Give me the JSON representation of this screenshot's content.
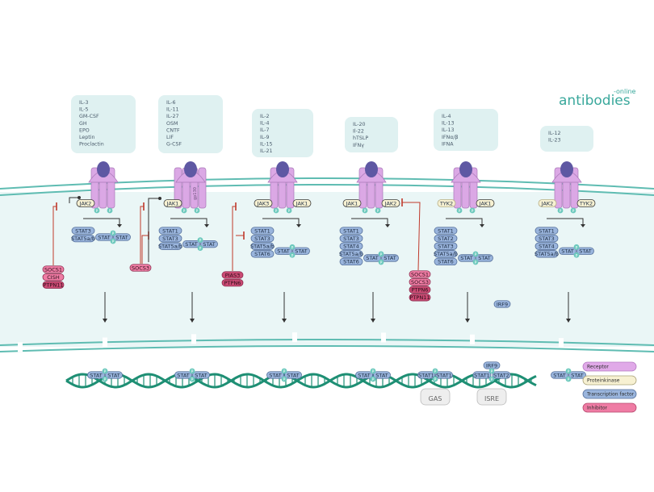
{
  "brand": {
    "superscript": "-online",
    "name": "antibodies"
  },
  "pathways": [
    {
      "ligands": [
        "IL-3",
        "IL-5",
        "GM-CSF",
        "GH",
        "EPO",
        "Leptin",
        "Proclactin"
      ],
      "kinases": [
        {
          "label": "JAK2",
          "type": "kinase"
        }
      ],
      "stats": [
        "STAT3",
        "STAT5a/b"
      ],
      "dimer": [
        "STAT",
        "STAT"
      ],
      "inhibitors": [
        {
          "label": "SOCS1",
          "type": "inhibitor"
        },
        {
          "label": "CISH",
          "type": "inhibitor"
        },
        {
          "label": "PTPN11",
          "type": "inhibitor-dark"
        }
      ],
      "nuclear_dimer": [
        "STAT",
        "STAT"
      ]
    },
    {
      "ligands": [
        "IL-6",
        "IL-11",
        "IL-27",
        "OSM",
        "CNTF",
        "LIF",
        "G-CSF"
      ],
      "receptor_label": "gp130",
      "kinases": [
        {
          "label": "JAK1",
          "type": "kinase"
        }
      ],
      "stats": [
        "STAT1",
        "STAT3",
        "STAT5a/b"
      ],
      "dimer": [
        "STAT",
        "STAT"
      ],
      "inhibitors": [
        {
          "label": "SOCS3",
          "type": "inhibitor"
        }
      ],
      "nuclear_dimer": [
        "STAT",
        "STAT"
      ]
    },
    {
      "ligands": [
        "IL-2",
        "IL-4",
        "IL-7",
        "IL-9",
        "IL-15",
        "IL-21"
      ],
      "kinases": [
        {
          "label": "JAK3",
          "type": "kinase"
        },
        {
          "label": "JAK1",
          "type": "kinase"
        }
      ],
      "stats": [
        "STAT1",
        "STAT3",
        "STAT5a/b",
        "STAT6"
      ],
      "dimer": [
        "STAT",
        "STAT"
      ],
      "inhibitors": [
        {
          "label": "PIAS3",
          "type": "inhibitor-dark"
        },
        {
          "label": "PTPN6",
          "type": "inhibitor-dark"
        }
      ],
      "nuclear_dimer": [
        "STAT",
        "STAT"
      ]
    },
    {
      "ligands": [
        "IL-20",
        "Il-22",
        "hTSLP",
        "IFNγ"
      ],
      "kinases": [
        {
          "label": "JAK1",
          "type": "kinase"
        },
        {
          "label": "JAK2",
          "type": "kinase"
        }
      ],
      "stats": [
        "STAT1",
        "STAT3",
        "STAT4",
        "STAT5a/b",
        "STAT6"
      ],
      "dimer": [
        "STAT",
        "STAT"
      ],
      "inhibitors": [
        {
          "label": "SOCS1",
          "type": "inhibitor"
        },
        {
          "label": "SOCS3",
          "type": "inhibitor"
        },
        {
          "label": "PTPN6",
          "type": "inhibitor-dark"
        },
        {
          "label": "PTPN11",
          "type": "inhibitor-dark"
        }
      ],
      "nuclear_dimer": [
        "STAT",
        "STAT"
      ]
    },
    {
      "ligands": [
        "IL-4",
        "IL-13",
        "IL-13",
        "IFNα/β",
        "IFNA"
      ],
      "kinases": [
        {
          "label": "TYK2",
          "type": "kinase-light"
        },
        {
          "label": "JAK1",
          "type": "kinase"
        }
      ],
      "stats": [
        "STAT1",
        "STAT2",
        "STAT3",
        "STAT5a/b",
        "STAT6"
      ],
      "dimer": [
        "STAT",
        "STAT"
      ],
      "extra_factor": "IRF9",
      "inhibitors": [],
      "nuclear_dimer": [
        "STAT1",
        "STAT1"
      ],
      "nuclear_trimer": {
        "top": "IRF9",
        "left": "STAT1",
        "right": "STAT2"
      },
      "elements": [
        "GAS",
        "ISRE"
      ]
    },
    {
      "ligands": [
        "IL-12",
        "IL-23"
      ],
      "kinases": [
        {
          "label": "JAK2",
          "type": "kinase-light"
        },
        {
          "label": "TYK2",
          "type": "kinase"
        }
      ],
      "stats": [
        "STAT1",
        "STAT3",
        "STAT4",
        "STAT5a/b"
      ],
      "dimer": [
        "STAT",
        "STAT"
      ],
      "inhibitors": [],
      "nuclear_dimer": [
        "STAT",
        "STAT"
      ]
    }
  ],
  "phospho_label": "P",
  "legend": [
    {
      "label": "Receptor",
      "fill": "#e0a9e8",
      "stroke": "#b77cc4"
    },
    {
      "label": "Proteinkinase",
      "fill": "#f7f1d2",
      "stroke": "#a9a27a"
    },
    {
      "label": "Transcription factor",
      "fill": "#9ab5dd",
      "stroke": "#55709b"
    },
    {
      "label": "Inhibitor",
      "fill": "#ef7ca4",
      "stroke": "#b5476c"
    }
  ],
  "colors": {
    "membrane": "#5fbcb2",
    "cytoplasm": "#eaf6f6",
    "ligand_box": "#dff1f1",
    "receptor": "#dba8e5",
    "receptor_edge": "#a978b8",
    "receptor_head": "#5e58a3",
    "phospho": "#6dc9bd",
    "kinase": "#f7f1d2",
    "stat": "#9ab5dd",
    "stat_edge": "#55709b",
    "inhibitor": "#ef7ca4",
    "inhibitor_dark": "#c94a73",
    "block": "#c0392b",
    "dna": "#1e8f74"
  }
}
